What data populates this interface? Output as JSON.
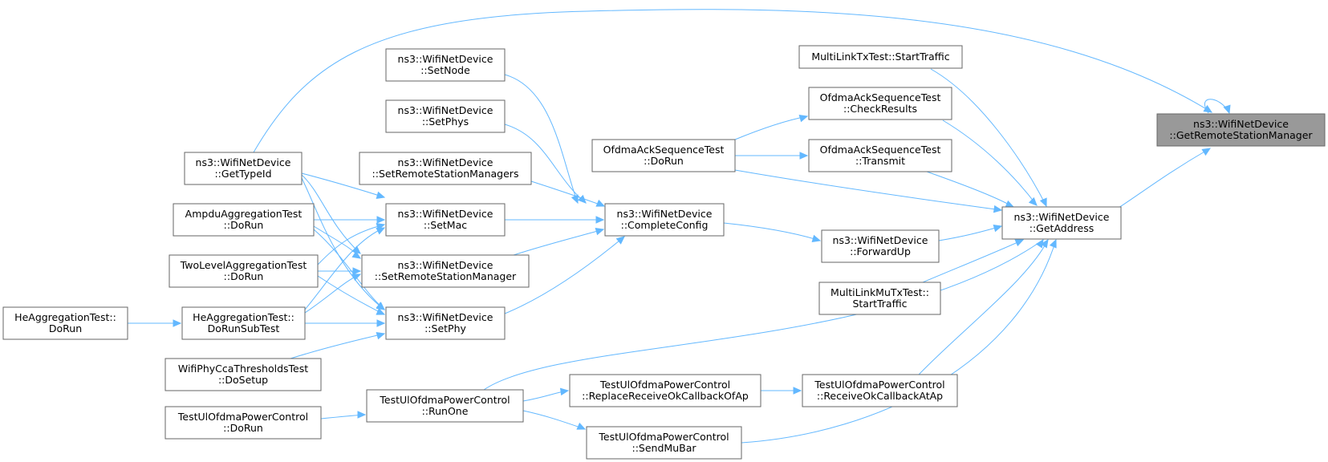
{
  "diagram": {
    "nodes": [
      {
        "id": "getRemoteStationManager",
        "lines": [
          "ns3::WifiNetDevice",
          "::GetRemoteStationManager"
        ],
        "root": true
      },
      {
        "id": "getAddress",
        "lines": [
          "ns3::WifiNetDevice",
          "::GetAddress"
        ]
      },
      {
        "id": "multiLinkTxTest",
        "lines": [
          "MultiLinkTxTest::StartTraffic"
        ]
      },
      {
        "id": "ofdmaCheckResults",
        "lines": [
          "OfdmaAckSequenceTest",
          "::CheckResults"
        ]
      },
      {
        "id": "ofdmaTransmit",
        "lines": [
          "OfdmaAckSequenceTest",
          "::Transmit"
        ]
      },
      {
        "id": "ofdmaDoRun",
        "lines": [
          "OfdmaAckSequenceTest",
          "::DoRun"
        ]
      },
      {
        "id": "forwardUp",
        "lines": [
          "ns3::WifiNetDevice",
          "::ForwardUp"
        ]
      },
      {
        "id": "multiLinkMuTx",
        "lines": [
          "MultiLinkMuTxTest::",
          "StartTraffic"
        ]
      },
      {
        "id": "receiveOkCallback",
        "lines": [
          "TestUlOfdmaPowerControl",
          "::ReceiveOkCallbackAtAp"
        ]
      },
      {
        "id": "replaceReceiveOk",
        "lines": [
          "TestUlOfdmaPowerControl",
          "::ReplaceReceiveOkCallbackOfAp"
        ]
      },
      {
        "id": "sendMuBar",
        "lines": [
          "TestUlOfdmaPowerControl",
          "::SendMuBar"
        ]
      },
      {
        "id": "runOne",
        "lines": [
          "TestUlOfdmaPowerControl",
          "::RunOne"
        ]
      },
      {
        "id": "ulDoRun",
        "lines": [
          "TestUlOfdmaPowerControl",
          "::DoRun"
        ]
      },
      {
        "id": "completeConfig",
        "lines": [
          "ns3::WifiNetDevice",
          "::CompleteConfig"
        ]
      },
      {
        "id": "setNode",
        "lines": [
          "ns3::WifiNetDevice",
          "::SetNode"
        ]
      },
      {
        "id": "setPhys",
        "lines": [
          "ns3::WifiNetDevice",
          "::SetPhys"
        ]
      },
      {
        "id": "setRemoteManagers",
        "lines": [
          "ns3::WifiNetDevice",
          "::SetRemoteStationManagers"
        ]
      },
      {
        "id": "setMac",
        "lines": [
          "ns3::WifiNetDevice",
          "::SetMac"
        ]
      },
      {
        "id": "setRemoteManager",
        "lines": [
          "ns3::WifiNetDevice",
          "::SetRemoteStationManager"
        ]
      },
      {
        "id": "setPhy",
        "lines": [
          "ns3::WifiNetDevice",
          "::SetPhy"
        ]
      },
      {
        "id": "getTypeId",
        "lines": [
          "ns3::WifiNetDevice",
          "::GetTypeId"
        ]
      },
      {
        "id": "ampduDoRun",
        "lines": [
          "AmpduAggregationTest",
          "::DoRun"
        ]
      },
      {
        "id": "twoLevelDoRun",
        "lines": [
          "TwoLevelAggregationTest",
          "::DoRun"
        ]
      },
      {
        "id": "heDoRunSubTest",
        "lines": [
          "HeAggregationTest::",
          "DoRunSubTest"
        ]
      },
      {
        "id": "heDoRun",
        "lines": [
          "HeAggregationTest::",
          "DoRun"
        ]
      },
      {
        "id": "wifiPhyCca",
        "lines": [
          "WifiPhyCcaThresholdsTest",
          "::DoSetup"
        ]
      }
    ],
    "colors": {
      "edge": "#63b8ff",
      "node_border": "#666666",
      "root_fill": "#999999",
      "node_fill": "#ffffff"
    }
  }
}
